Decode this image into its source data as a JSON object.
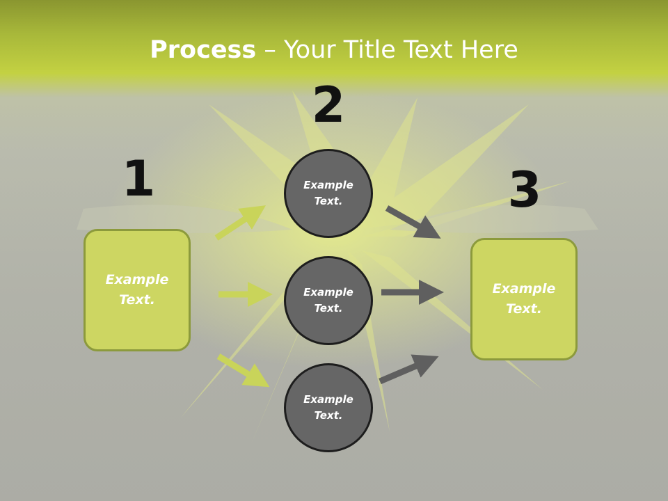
{
  "slide": {
    "title_bold": "Process",
    "title_rest": " – Your Title Text Here"
  },
  "steps": {
    "step1": {
      "number": "1",
      "text": "Example Text."
    },
    "step2": {
      "number": "2",
      "circles": [
        {
          "text": "Example Text."
        },
        {
          "text": "Example Text."
        },
        {
          "text": "Example Text."
        }
      ]
    },
    "step3": {
      "number": "3",
      "text": "Example Text."
    }
  },
  "colors": {
    "accent_green": "#cdd662",
    "arrow_green": "#c9d45a",
    "arrow_gray": "#5f5f5f",
    "circle_gray": "#666666"
  }
}
